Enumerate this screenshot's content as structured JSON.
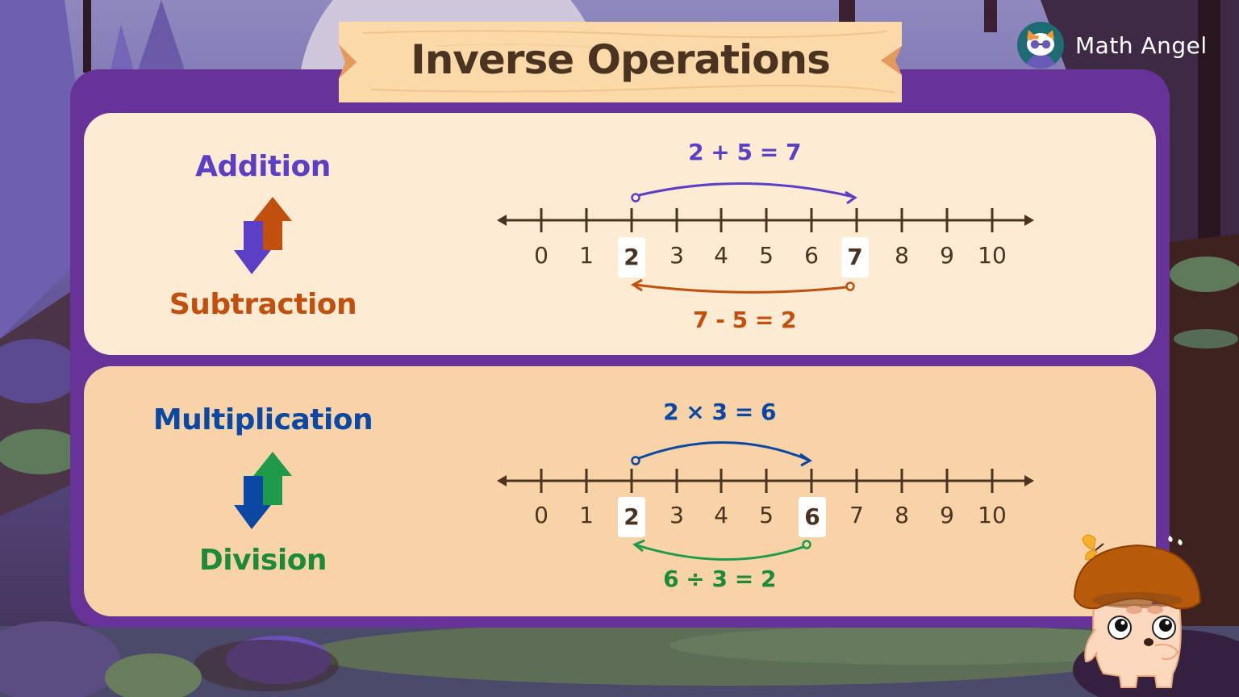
{
  "title": "Inverse Operations",
  "brand": {
    "name": "Math Angel",
    "logo_icon": "cat-with-sunglasses-logo"
  },
  "colors": {
    "frame": "#673399",
    "panel_top": "#fdebd3",
    "panel_bottom": "#f8d3a8",
    "addition": "#5b3fc4",
    "subtraction": "#c1500e",
    "multiplication": "#0b48a3",
    "division": "#1d8a3a",
    "line": "#4a3320"
  },
  "sections": [
    {
      "top_operation": "Addition",
      "bottom_operation": "Subtraction",
      "forward_equation": "2 + 5 = 7",
      "inverse_equation": "7 - 5 = 2",
      "icon": "swap-arrows-icon",
      "number_line": {
        "ticks": [
          "0",
          "1",
          "2",
          "3",
          "4",
          "5",
          "6",
          "7",
          "8",
          "9",
          "10"
        ],
        "highlighted": [
          "2",
          "7"
        ],
        "forward_jump": {
          "from": 2,
          "to": 7
        },
        "inverse_jump": {
          "from": 7,
          "to": 2
        }
      }
    },
    {
      "top_operation": "Multiplication",
      "bottom_operation": "Division",
      "forward_equation": "2 × 3 = 6",
      "inverse_equation": "6 ÷ 3 = 2",
      "icon": "swap-arrows-icon",
      "number_line": {
        "ticks": [
          "0",
          "1",
          "2",
          "3",
          "4",
          "5",
          "6",
          "7",
          "8",
          "9",
          "10"
        ],
        "highlighted": [
          "2",
          "6"
        ],
        "forward_jump": {
          "from": 2,
          "to": 6
        },
        "inverse_jump": {
          "from": 6,
          "to": 2
        }
      }
    }
  ]
}
